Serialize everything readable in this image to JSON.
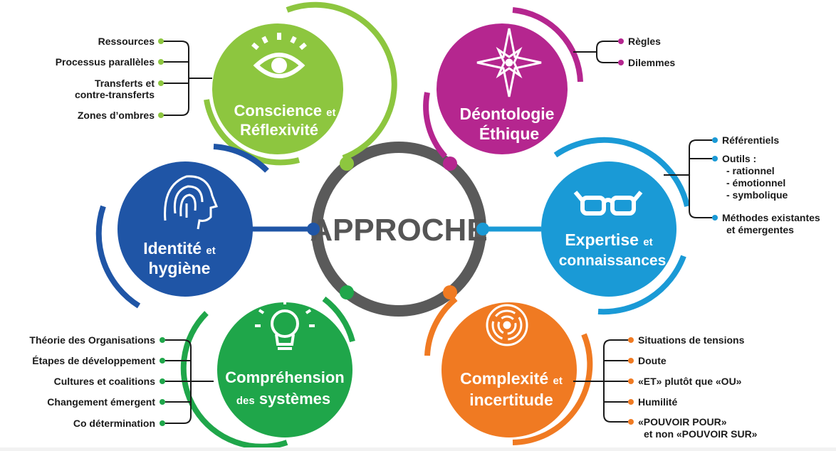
{
  "center": {
    "label": "APPROCHE"
  },
  "nodes": {
    "conscience": {
      "title_main": "Conscience",
      "title_suffix": "et",
      "title_line2": "Réflexivité",
      "color": "#8dc63f",
      "icon": "eye-icon",
      "items": [
        "Ressources",
        "Processus parallèles",
        "Transferts et",
        "contre-transferts",
        "Zones d’ombres"
      ]
    },
    "deontologie": {
      "title_line1": "Déontologie",
      "title_line2": "Éthique",
      "color": "#b5268f",
      "icon": "compass-star-icon",
      "items": [
        "Règles",
        "Dilemmes"
      ]
    },
    "identite": {
      "title_main": "Identité",
      "title_suffix": "et",
      "title_line2": "hygiène",
      "color": "#1f55a6",
      "icon": "fingerprint-head-icon"
    },
    "expertise": {
      "title_main": "Expertise",
      "title_suffix": "et",
      "title_line2": "connaissances",
      "color": "#1a9ad6",
      "icon": "glasses-icon",
      "items": [
        "Référentiels",
        "Outils :",
        "- rationnel",
        "- émotionnel",
        "- symbolique",
        "Méthodes existantes",
        "et émergentes"
      ]
    },
    "comprehension": {
      "title_line1": "Compréhension",
      "title_prefix": "des",
      "title_main2": "systèmes",
      "color": "#1fa64a",
      "icon": "lightbulb-icon",
      "items": [
        "Théorie des Organisations",
        "Étapes de développement",
        "Cultures et coalitions",
        "Changement émergent",
        "Co détermination"
      ]
    },
    "complexite": {
      "title_main": "Complexité",
      "title_suffix": "et",
      "title_line2": "incertitude",
      "color": "#f07a22",
      "icon": "labyrinth-icon",
      "items": [
        "Situations de tensions",
        "Doute",
        "«ET» plutôt que «OU»",
        "Humilité",
        "«POUVOIR POUR»",
        "et non «POUVOIR SUR»"
      ]
    }
  },
  "colors": {
    "ring": "#5a5a5a",
    "text": "#1a1a1a",
    "background": "#f2f2f2"
  }
}
